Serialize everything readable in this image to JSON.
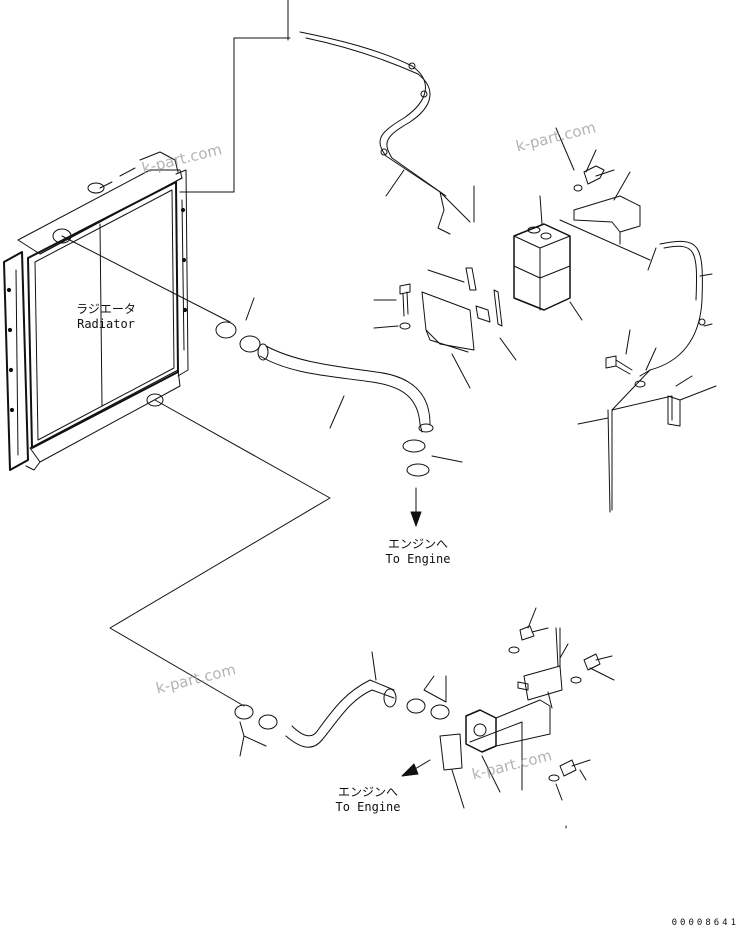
{
  "labels": {
    "radiator_jp": "ラジエータ",
    "radiator_en": "Radiator",
    "to_engine_jp": "エンジンへ",
    "to_engine_en": "To Engine"
  },
  "watermark": "k-part.com",
  "drawing_code": "00008641",
  "colors": {
    "line": "#111111",
    "watermark": "#9a9a9a"
  }
}
